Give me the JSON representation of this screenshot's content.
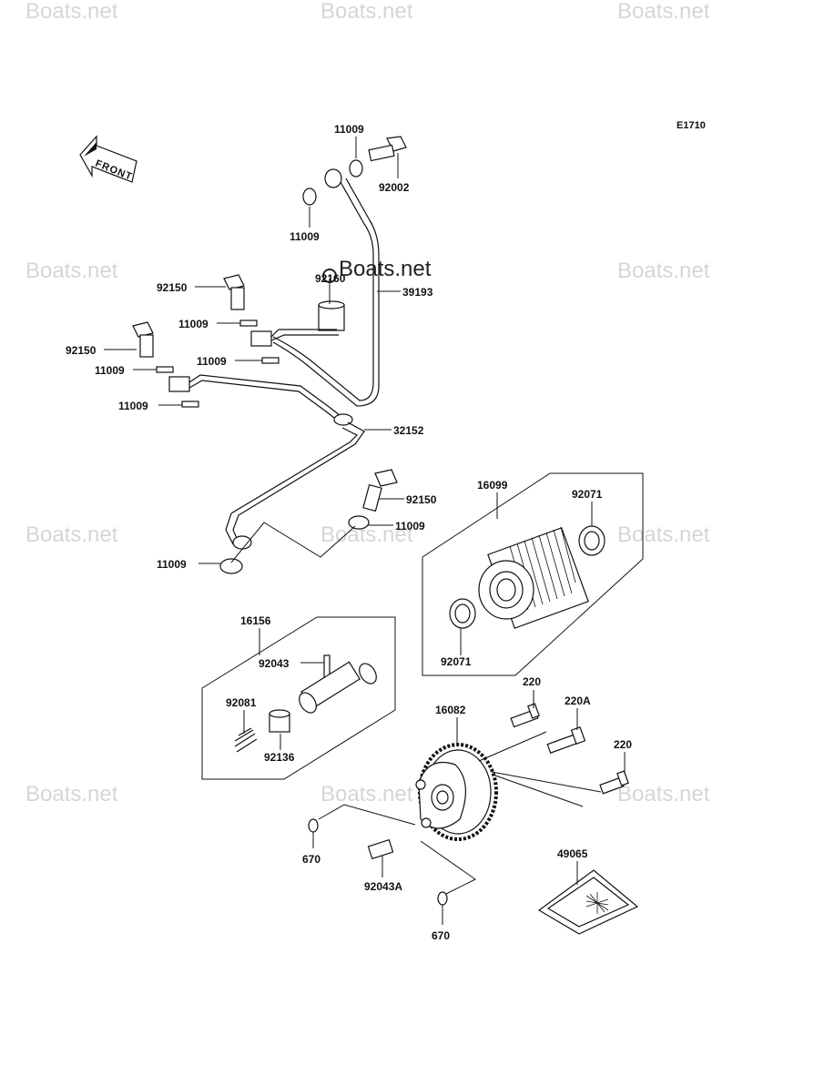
{
  "diagram": {
    "code": "E1710",
    "front_label": "FRONT",
    "watermark": "Boats.net",
    "labels": {
      "l11009_top": "11009",
      "l92002": "92002",
      "l11009_b": "11009",
      "l92150_a": "92150",
      "l92150_b": "92150",
      "l39193": "39193",
      "l92160": "92160",
      "l11009_c": "11009",
      "l11009_d": "11009",
      "l11009_e": "11009",
      "l11009_f": "11009",
      "l32152": "32152",
      "l92150_c": "92150",
      "l11009_g": "11009",
      "l11009_h": "11009",
      "l16099": "16099",
      "l92071_a": "92071",
      "l92071_b": "92071",
      "l16156": "16156",
      "l92043": "92043",
      "l92081": "92081",
      "l92136": "92136",
      "l220_a": "220",
      "l220A": "220A",
      "l220_b": "220",
      "l16082": "16082",
      "l670_a": "670",
      "l92043A": "92043A",
      "l670_b": "670",
      "l49065": "49065"
    }
  }
}
